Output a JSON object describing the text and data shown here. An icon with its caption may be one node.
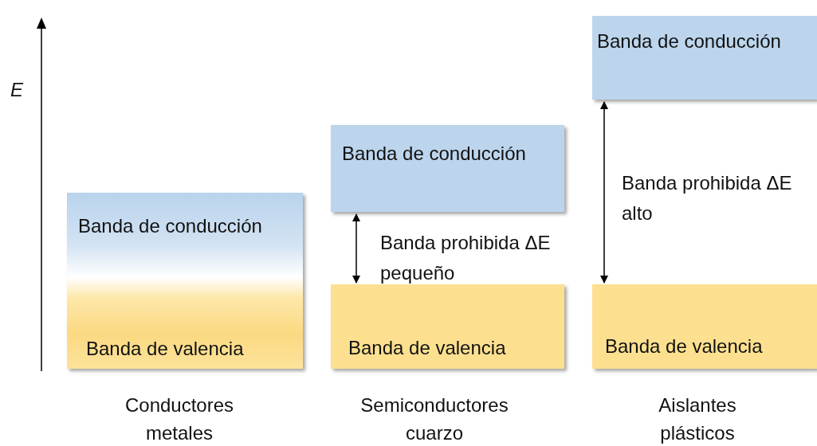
{
  "diagram": {
    "nodes": [
      {
        "text": [
          "Banda de conducción",
          "Banda de valencia"
        ]
      },
      {
        "text": [
          "Banda de conducción"
        ]
      },
      {
        "text": [
          "Banda de valencia"
        ]
      },
      {
        "text": [
          "Banda de conducción"
        ]
      },
      {
        "text": [
          "Banda de valencia"
        ]
      }
    ],
    "edges": [
      {
        "from": 1,
        "to": 2,
        "arrow": "both",
        "label": "Banda prohibida ΔE pequeño"
      },
      {
        "from": 3,
        "to": 4,
        "arrow": "both",
        "label": "Banda prohibida ΔE alto"
      }
    ],
    "labels": [
      "E",
      "Conductores metales",
      "Semiconductores cuarzo",
      "Aislantes plásticos"
    ]
  }
}
